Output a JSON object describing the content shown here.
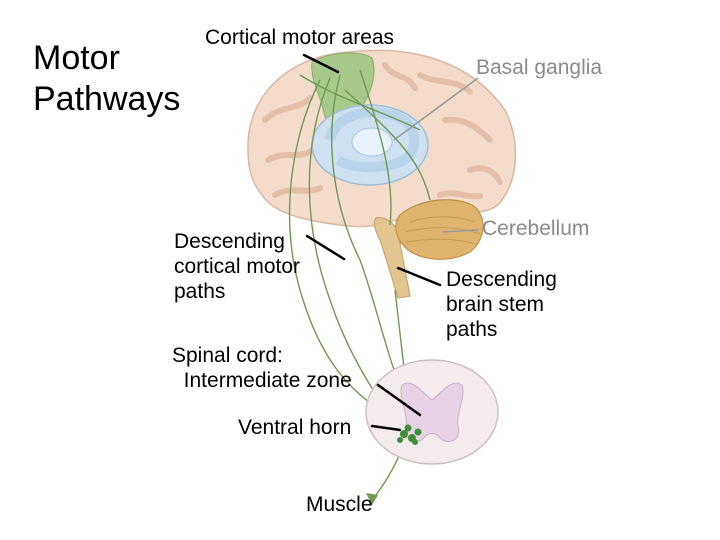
{
  "title": "Motor\nPathways",
  "labels": {
    "cortical_motor_areas": "Cortical motor areas",
    "basal_ganglia": "Basal ganglia",
    "cerebellum": "Cerebellum",
    "descending_cortical": "Descending\ncortical motor\npaths",
    "descending_brainstem": "Descending\nbrain stem\npaths",
    "spinal_cord": "Spinal cord:\n  Intermediate zone",
    "ventral_horn": "Ventral horn",
    "muscle": "Muscle"
  },
  "colors": {
    "brain": "#f3dccc",
    "gyri": "#e3b9a3",
    "motor_cortex": "#a9c98a",
    "basal_ganglia": "#b9d3ea",
    "cerebellum": "#e0b46e",
    "brainstem": "#e2c58f",
    "pathway": "#6f9a52",
    "grey_matter": "#e7d2e6",
    "ventral_horn_cells": "#3f8f3a"
  }
}
